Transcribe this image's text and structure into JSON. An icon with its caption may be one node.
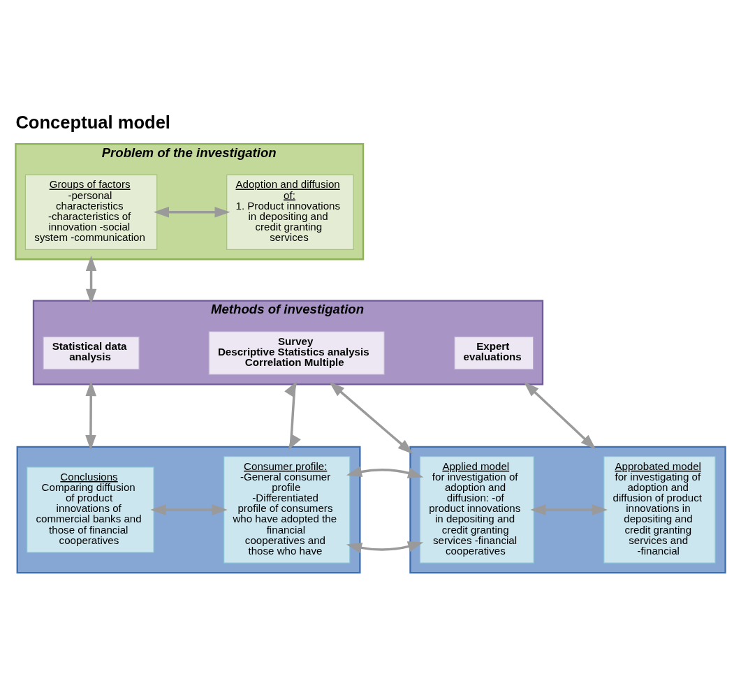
{
  "diagram": {
    "title": "Conceptual model",
    "nodes": [
      {
        "text": [
          "Problem of the investigation"
        ]
      },
      {
        "text": [
          "Groups of factors",
          "-personal characteristics -characteristics of innovation -social system -communication"
        ],
        "in": 0
      },
      {
        "text": [
          "Adoption and diffusion of:",
          "1. Product innovations in depositing and credit granting services"
        ],
        "in": 0
      },
      {
        "text": [
          "Methods of investigation"
        ]
      },
      {
        "text": [
          "Statistical data analysis"
        ],
        "in": 3
      },
      {
        "text": [
          "Survey",
          "Descriptive Statistics analysis",
          "Correlation Multiple"
        ],
        "in": 3
      },
      {
        "text": [
          "Expert evaluations"
        ],
        "in": 3
      },
      {
        "text": [],
        "shape": "box"
      },
      {
        "text": [
          "Conclusions",
          "Comparing diffusion of product innovations of commercial banks and those of financial cooperatives"
        ],
        "in": 7
      },
      {
        "text": [
          "Consumer profile:",
          "-General consumer profile -Differentiated profile of consumers who have adopted the financial cooperatives and those who have"
        ],
        "in": 7
      },
      {
        "text": [],
        "shape": "box"
      },
      {
        "text": [
          "Applied model",
          "for investigation of adoption and diffusion: -of product innovations in depositing and credit granting services -financial cooperatives"
        ],
        "in": 10
      },
      {
        "text": [
          "Approbated model",
          "for investigating of adoption and diffusion of product innovations in depositing and credit granting services and -financial"
        ],
        "in": 10
      }
    ],
    "edges": [
      {
        "from": 1,
        "to": 2,
        "arrow": "both"
      },
      {
        "from": 0,
        "to": 3,
        "arrow": "both"
      },
      {
        "from": 3,
        "to": 7,
        "arrow": "both"
      },
      {
        "from": 3,
        "to": 7,
        "arrow": "both"
      },
      {
        "from": 3,
        "to": 10,
        "arrow": "both"
      },
      {
        "from": 3,
        "to": 10,
        "arrow": "both"
      },
      {
        "from": 8,
        "to": 9,
        "arrow": "both"
      },
      {
        "from": 9,
        "to": 11,
        "arrow": "both"
      },
      {
        "from": 11,
        "to": 12,
        "arrow": "both"
      }
    ]
  }
}
